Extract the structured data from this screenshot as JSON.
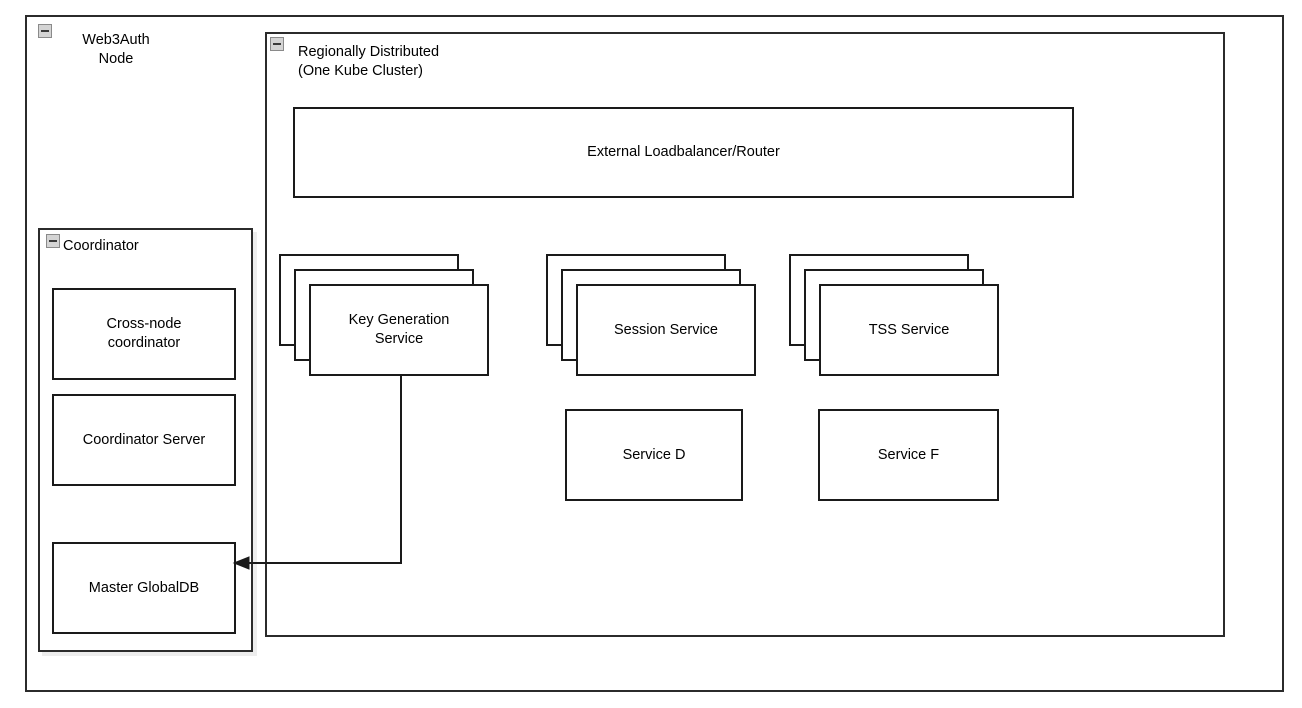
{
  "diagram": {
    "title": "Web3Auth Node architecture",
    "node_container": {
      "label": "Web3Auth\nNode",
      "collapse_icon": "collapse-minus-icon"
    },
    "cluster_container": {
      "label": "Regionally Distributed\n(One Kube Cluster)",
      "collapse_icon": "collapse-minus-icon"
    },
    "coordinator_container": {
      "label": "Coordinator",
      "collapse_icon": "collapse-minus-icon",
      "children": [
        {
          "label": "Cross-node\ncoordinator"
        },
        {
          "label": "Coordinator Server"
        },
        {
          "label": "Master GlobalDB"
        }
      ]
    },
    "loadbalancer": {
      "label": "External Loadbalancer/Router"
    },
    "stacked_services": [
      {
        "label": "Key Generation\nService",
        "replicas": 3
      },
      {
        "label": "Session Service",
        "replicas": 3
      },
      {
        "label": "TSS Service",
        "replicas": 3
      }
    ],
    "plain_services": [
      {
        "label": "Service D"
      },
      {
        "label": "Service F"
      }
    ],
    "connectors": [
      {
        "from": "Key Generation Service",
        "to": "Master GlobalDB",
        "arrow": "left-arrowhead"
      }
    ],
    "colors": {
      "stroke": "#1a1a1a",
      "container_stroke": "#2b2b2b",
      "background": "#ffffff",
      "icon_fill": "#d4d4d4",
      "icon_stroke": "#8a8a8a",
      "shadow": "#ededed"
    }
  }
}
